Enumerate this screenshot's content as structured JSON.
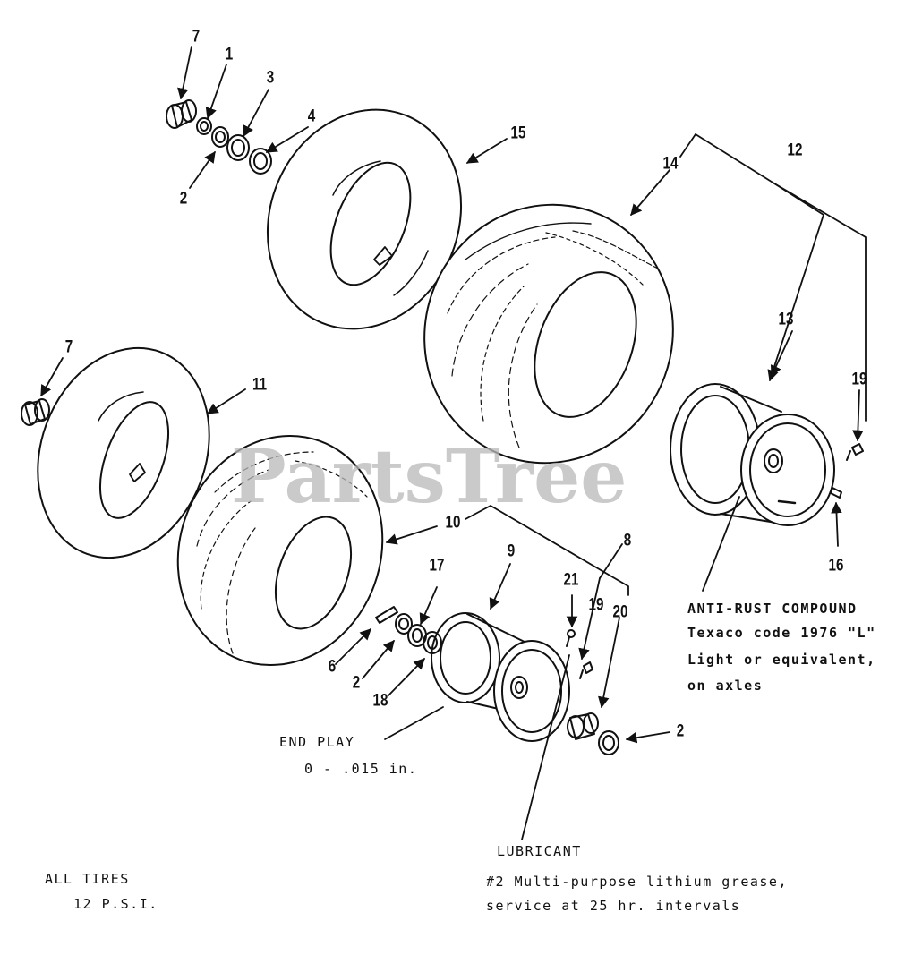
{
  "watermark": "PartsTree",
  "callouts": {
    "c7_top": "7",
    "c1": "1",
    "c3": "3",
    "c4": "4",
    "c2_top": "2",
    "c15": "15",
    "c14": "14",
    "c12": "12",
    "c13": "13",
    "c19_right": "19",
    "c16": "16",
    "c7_left": "7",
    "c11": "11",
    "c10": "10",
    "c9": "9",
    "c8": "8",
    "c17": "17",
    "c21": "21",
    "c19_mid": "19",
    "c20": "20",
    "c6": "6",
    "c2_mid": "2",
    "c18": "18",
    "c2_right": "2"
  },
  "notes": {
    "anti_rust_title": "ANTI-RUST COMPOUND",
    "anti_rust_line1": "Texaco code 1976 \"L\"",
    "anti_rust_line2": "Light or equivalent,",
    "anti_rust_line3": "on axles",
    "end_play_title": "END PLAY",
    "end_play_value": "0 - .015 in.",
    "lubricant_title": "LUBRICANT",
    "lubricant_line1": "#2 Multi-purpose lithium grease,",
    "lubricant_line2": "service at 25 hr. intervals",
    "all_tires_title": "ALL TIRES",
    "all_tires_value": "12 P.S.I."
  },
  "colors": {
    "ink": "#111111",
    "paper": "#ffffff",
    "watermark": "#b9b9b9"
  }
}
